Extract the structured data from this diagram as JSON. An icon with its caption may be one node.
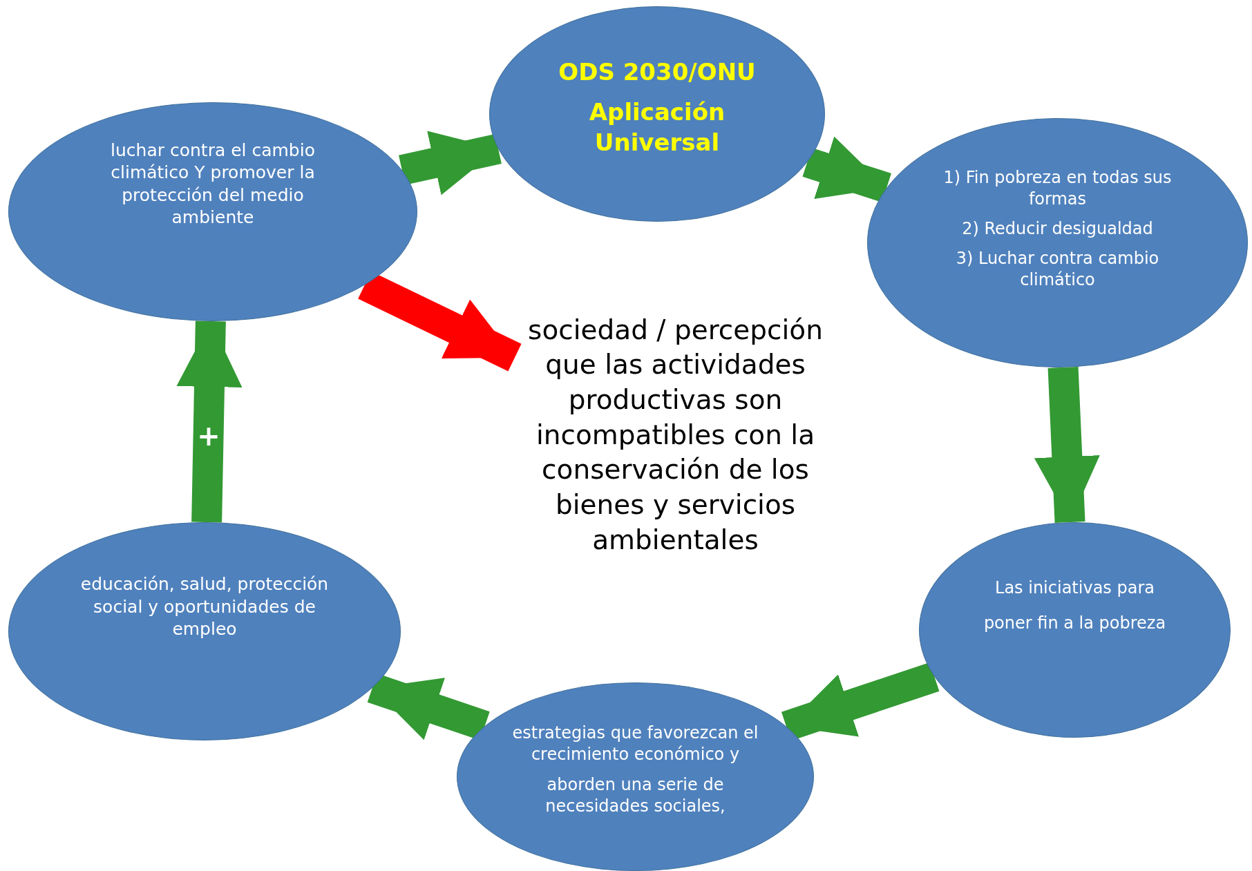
{
  "diagram": {
    "nodes": [
      {
        "text": [
          "ODS 2030/ONU",
          "Aplicación Universal"
        ]
      },
      {
        "text": [
          "1) Fin pobreza en todas sus formas",
          "2) Reducir desigualdad",
          "3) Luchar contra cambio climático"
        ]
      },
      {
        "text": [
          "Las iniciativas para",
          "poner  fin a la pobreza"
        ]
      },
      {
        "text": [
          "estrategias que favorezcan el crecimiento económico y",
          "aborden una serie de necesidades sociales,"
        ]
      },
      {
        "text": [
          "educación,  salud, protección social y oportunidades de empleo"
        ]
      },
      {
        "text": [
          "luchar contra el cambio climático  Y  promover la protección del medio ambiente"
        ]
      },
      {
        "text": [
          "sociedad / percepción que las actividades productivas  son incompatibles con la conservación de los bienes y servicios ambientales"
        ]
      }
    ],
    "edges": [
      {
        "from": 5,
        "to": 0,
        "arrow": "to"
      },
      {
        "from": 0,
        "to": 1,
        "arrow": "to"
      },
      {
        "from": 1,
        "to": 2,
        "arrow": "to"
      },
      {
        "from": 2,
        "to": 3,
        "arrow": "to"
      },
      {
        "from": 3,
        "to": 4,
        "arrow": "to"
      },
      {
        "from": 4,
        "to": 5,
        "arrow": "to",
        "label": "+"
      },
      {
        "from": 5,
        "to": 6,
        "arrow": "to",
        "color": "#ff0000"
      }
    ]
  }
}
